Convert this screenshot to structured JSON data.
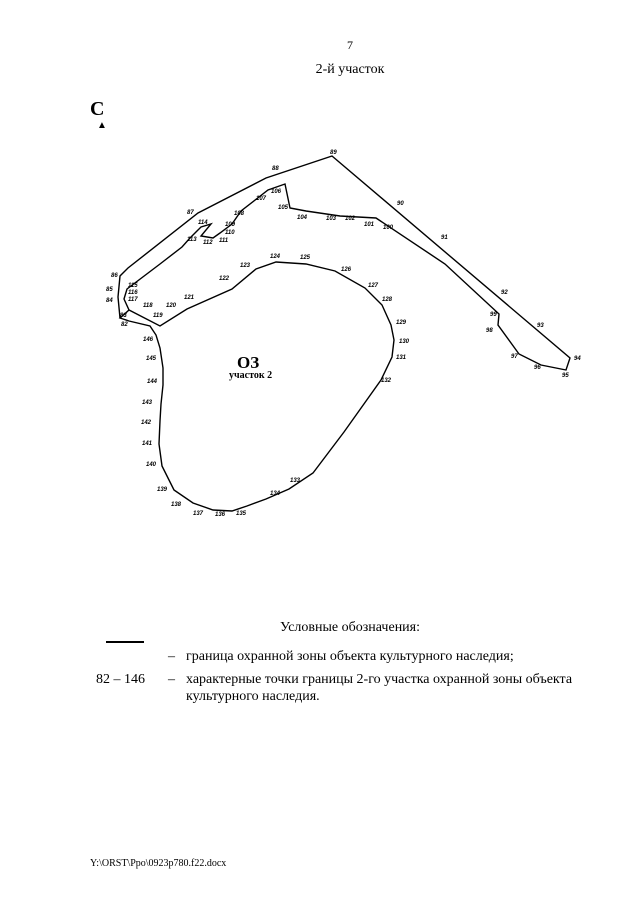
{
  "header": {
    "page_number": "7",
    "title": "2-й участок"
  },
  "north_label": "С",
  "zone": {
    "name": "ОЗ",
    "subtitle": "участок 2"
  },
  "boundary_points": [
    "82",
    "83",
    "84",
    "85",
    "86",
    "87",
    "88",
    "89",
    "90",
    "91",
    "92",
    "93",
    "94",
    "95",
    "96",
    "97",
    "98",
    "99",
    "100",
    "101",
    "102",
    "103",
    "104",
    "105",
    "106",
    "107",
    "108",
    "109",
    "110",
    "111",
    "112",
    "113",
    "114",
    "115",
    "116",
    "117",
    "118",
    "119",
    "120",
    "121",
    "122",
    "123",
    "124",
    "125",
    "126",
    "127",
    "128",
    "129",
    "130",
    "131",
    "132",
    "133",
    "134",
    "135",
    "136",
    "137",
    "138",
    "139",
    "140",
    "141",
    "142",
    "143",
    "144",
    "145",
    "146"
  ],
  "legend": {
    "title": "Условные обозначения:",
    "items": [
      {
        "key": "",
        "dash": "–",
        "text": "граница охранной зоны объекта культурного наследия;"
      },
      {
        "key": "82 – 146",
        "dash": "–",
        "text_line1": "характерные точки границы 2-го участка охранной зоны объекта",
        "text_line2": "культурного наследия."
      }
    ]
  },
  "footer": "Y:\\ORST\\Ppo\\0923p780.f22.docx"
}
